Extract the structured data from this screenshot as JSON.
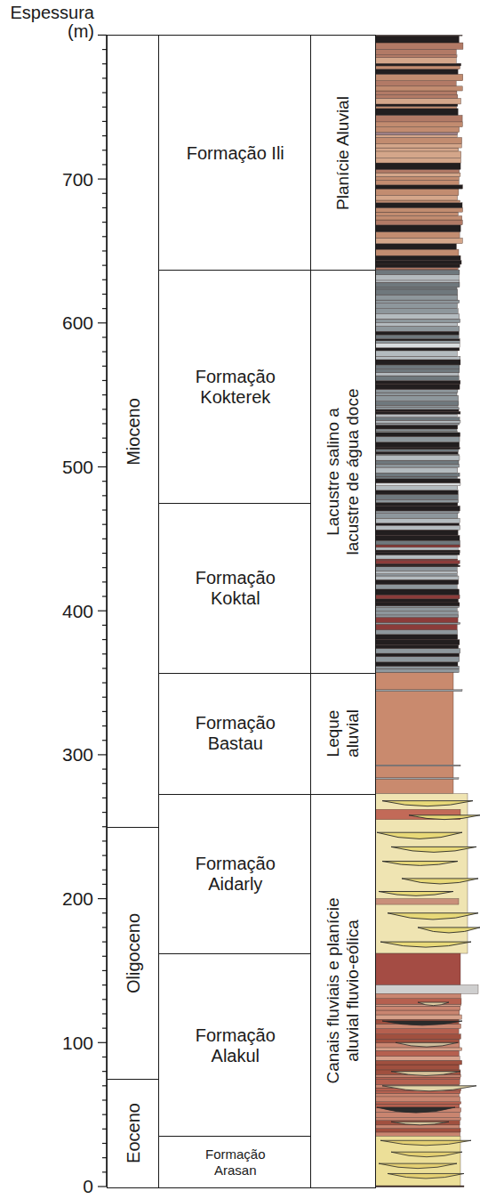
{
  "diagram": {
    "nodes": [
      {
        "text": [
          "Mioceno"
        ]
      },
      {
        "text": [
          "Oligoceno"
        ]
      },
      {
        "text": [
          "Eoceno"
        ]
      },
      {
        "text": [
          "Formação Ili"
        ]
      },
      {
        "text": [
          "Formação Kokterek"
        ]
      },
      {
        "text": [
          "Formação Koktal"
        ]
      },
      {
        "text": [
          "Formação Bastau"
        ]
      },
      {
        "text": [
          "Formação Aidarly"
        ]
      },
      {
        "text": [
          "Formação Alakul"
        ]
      },
      {
        "text": [
          "Formação Arasan"
        ]
      },
      {
        "text": [
          "Planície Aluvial"
        ]
      },
      {
        "text": [
          "Lacustre salino a lacustre de água doce"
        ]
      },
      {
        "text": [
          "Leque aluvial"
        ]
      },
      {
        "text": [
          "Canais fluviais e planície aluvial fluvio-eólica"
        ]
      }
    ],
    "labels": [
      "Espessura (m)",
      "700",
      "600",
      "500",
      "400",
      "300",
      "200",
      "100",
      "0"
    ]
  }
}
